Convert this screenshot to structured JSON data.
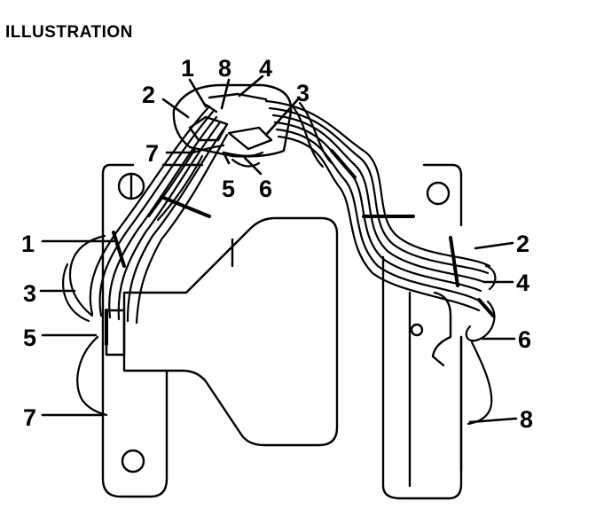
{
  "title": "ILLUSTRATION",
  "callouts": {
    "left_1": "1",
    "left_3": "3",
    "left_5": "5",
    "left_7": "7",
    "right_2": "2",
    "right_4": "4",
    "right_6": "6",
    "right_8": "8",
    "top_1": "1",
    "top_8": "8",
    "top_4": "4",
    "top_2": "2",
    "top_3": "3",
    "top_7": "7",
    "top_5": "5",
    "top_6": "6"
  }
}
